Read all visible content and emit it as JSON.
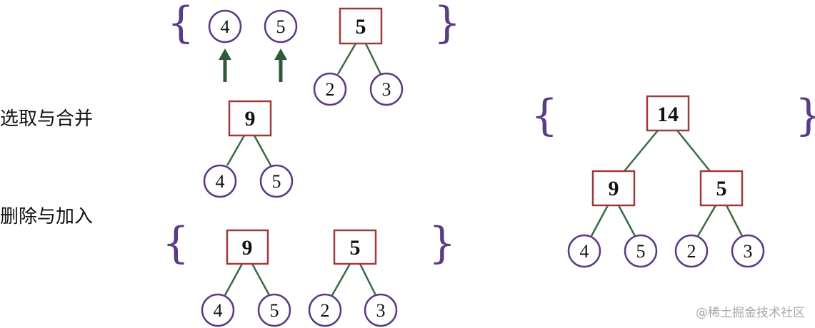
{
  "labels": {
    "select_merge": "选取与合并",
    "delete_add": "删除与加入"
  },
  "nodes": {
    "top_leaf_4": "4",
    "top_leaf_5": "5",
    "top_box_5": "5",
    "top_box_5_child_2": "2",
    "top_box_5_child_3": "3",
    "merged_box_9": "9",
    "merged_child_4": "4",
    "merged_child_5": "5",
    "bottom_box_9": "9",
    "bottom_box_9_child_4": "4",
    "bottom_box_9_child_5": "5",
    "bottom_box_5": "5",
    "bottom_box_5_child_2": "2",
    "bottom_box_5_child_3": "3",
    "final_root_14": "14",
    "final_box_9": "9",
    "final_box_5": "5",
    "final_leaf_4": "4",
    "final_leaf_5": "5",
    "final_leaf_2": "2",
    "final_leaf_3": "3"
  },
  "braces": {
    "open": "{",
    "close": "}"
  },
  "watermark": "@稀土掘金技术社区",
  "colors": {
    "circle_stroke": "#5b3a86",
    "box_stroke": "#a03a3a",
    "edge": "#3a6a45",
    "arrow": "#2f5a3a",
    "brace": "#5b3a86"
  }
}
